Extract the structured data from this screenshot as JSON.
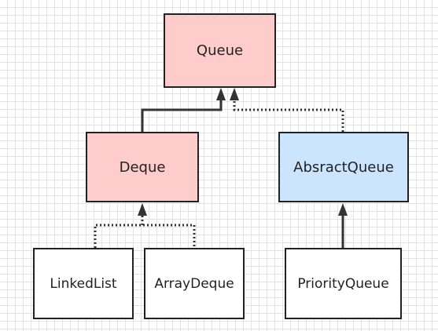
{
  "diagram": {
    "nodes": {
      "queue": {
        "label": "Queue",
        "fill": "#ffcccc"
      },
      "deque": {
        "label": "Deque",
        "fill": "#ffcccc"
      },
      "abstract_queue": {
        "label": "AbsractQueue",
        "fill": "#cce5ff"
      },
      "linked_list": {
        "label": "LinkedList",
        "fill": "#ffffff"
      },
      "array_deque": {
        "label": "ArrayDeque",
        "fill": "#ffffff"
      },
      "priority_queue": {
        "label": "PriorityQueue",
        "fill": "#ffffff"
      }
    },
    "edges": [
      {
        "from": "deque",
        "to": "queue",
        "style": "solid"
      },
      {
        "from": "abstract_queue",
        "to": "queue",
        "style": "dotted"
      },
      {
        "from": "linked_list",
        "to": "deque",
        "style": "dotted"
      },
      {
        "from": "array_deque",
        "to": "deque",
        "style": "dotted"
      },
      {
        "from": "priority_queue",
        "to": "abstract_queue",
        "style": "solid"
      }
    ],
    "colors": {
      "stroke": "#333333",
      "grid": "#e3e3e3"
    }
  }
}
